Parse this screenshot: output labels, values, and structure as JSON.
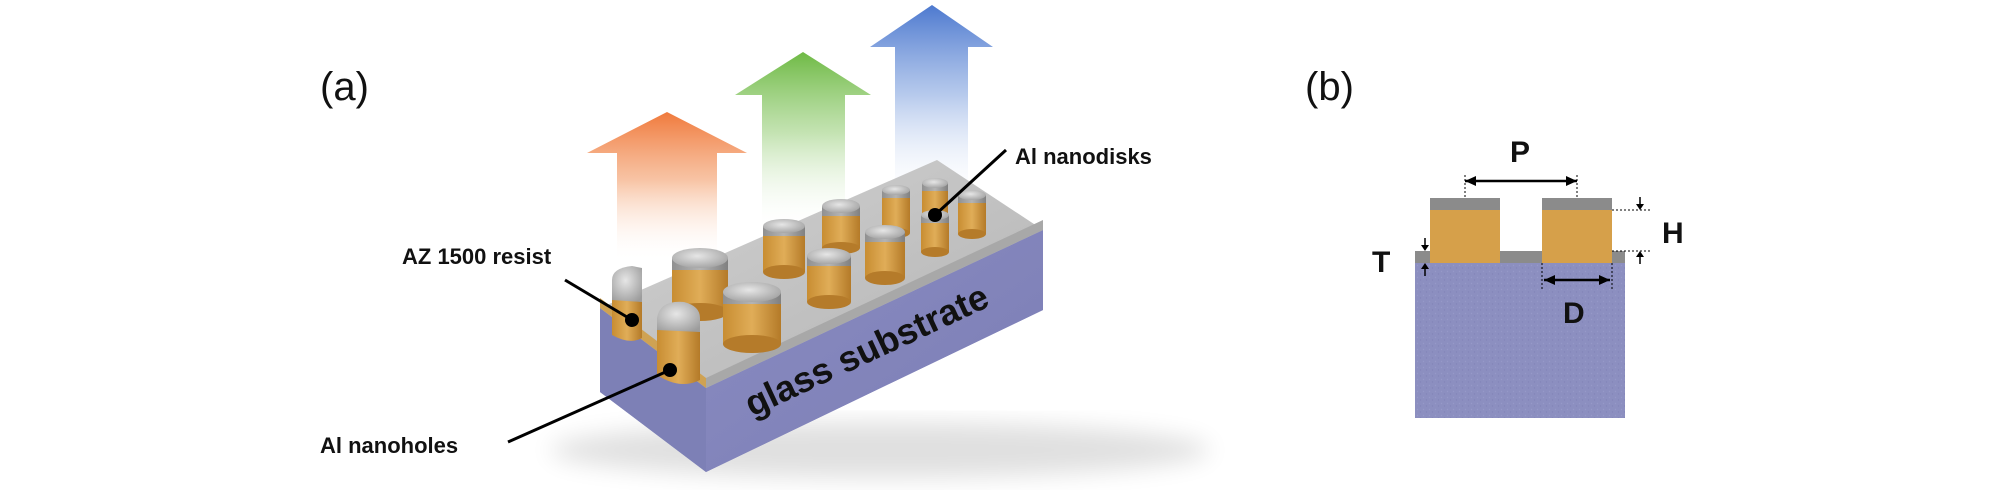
{
  "panel_a": {
    "label": "(a)",
    "callouts": {
      "resist": "AZ 1500 resist",
      "nanodisks": "Al nanodisks",
      "nanoholes": "Al nanoholes"
    },
    "substrate_label": "glass substrate",
    "arrow_colors": [
      "#f28a55",
      "#7ec05c",
      "#5b86d6"
    ]
  },
  "panel_b": {
    "label": "(b)",
    "dimensions": {
      "period": "P",
      "height": "H",
      "thickness": "T",
      "diameter": "D"
    }
  },
  "colors": {
    "substrate": "#8c8fc0",
    "resist": "#d6a04a",
    "aluminum": "#8b8b8b"
  }
}
